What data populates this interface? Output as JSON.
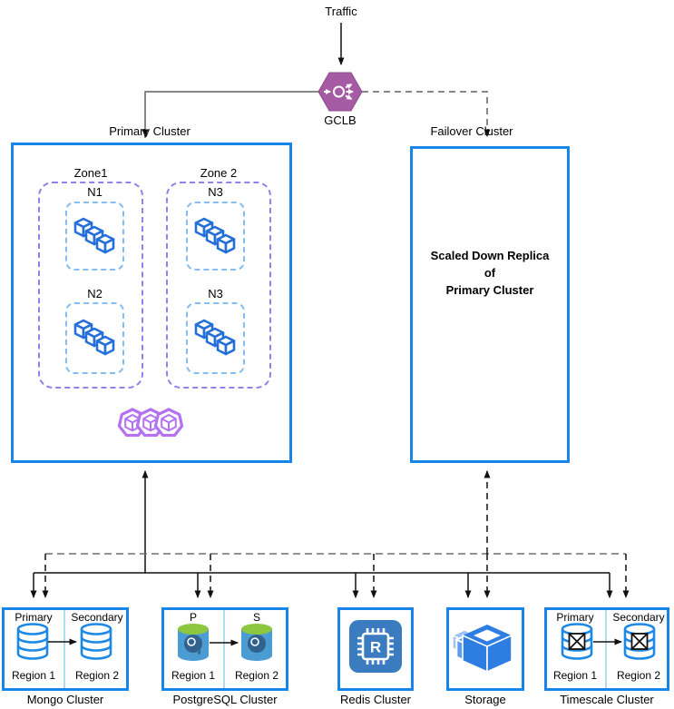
{
  "colors": {
    "cluster_border": "#1886e8",
    "zone_border": "#8f82e8",
    "node_border": "#85bdf2",
    "cube_blue": "#2470d8",
    "pod_purple": "#b472f3",
    "gclb_fill": "#a45ba3",
    "gclb_stroke": "#8d4b8c",
    "divider_blue": "#aedcf7",
    "mongo_icon": "#1e88e5",
    "postgres_body": "#4a9cd3",
    "postgres_top": "#8dc63f",
    "postgres_elephant": "#31628e",
    "redis_fill": "#3b7cc0",
    "storage_main": "#2d7de3",
    "storage_back1": "#9cc3f5",
    "storage_back2": "#5d9cef"
  },
  "traffic": {
    "label": "Traffic"
  },
  "gclb": {
    "label": "GCLB"
  },
  "primary_cluster": {
    "label": "Primary Cluster",
    "zone1": {
      "label": "Zone1",
      "node1": "N1",
      "node2": "N2"
    },
    "zone2": {
      "label": "Zone 2",
      "node1": "N3",
      "node2": "N3"
    }
  },
  "failover_cluster": {
    "label": "Failover Cluster",
    "line1": "Scaled Down Replica",
    "line2": "of",
    "line3": "Primary Cluster"
  },
  "mongo": {
    "label": "Mongo Cluster",
    "left_role": "Primary",
    "right_role": "Secondary",
    "left_region": "Region 1",
    "right_region": "Region 2"
  },
  "postgres": {
    "label": "PostgreSQL Cluster",
    "left_role": "P",
    "right_role": "S",
    "left_region": "Region 1",
    "right_region": "Region 2"
  },
  "redis": {
    "label": "Redis Cluster",
    "chip_letter": "R"
  },
  "storage": {
    "label": "Storage"
  },
  "timescale": {
    "label": "Timescale Cluster",
    "left_role": "Primary",
    "right_role": "Secondary",
    "left_region": "Region 1",
    "right_region": "Region 2"
  }
}
